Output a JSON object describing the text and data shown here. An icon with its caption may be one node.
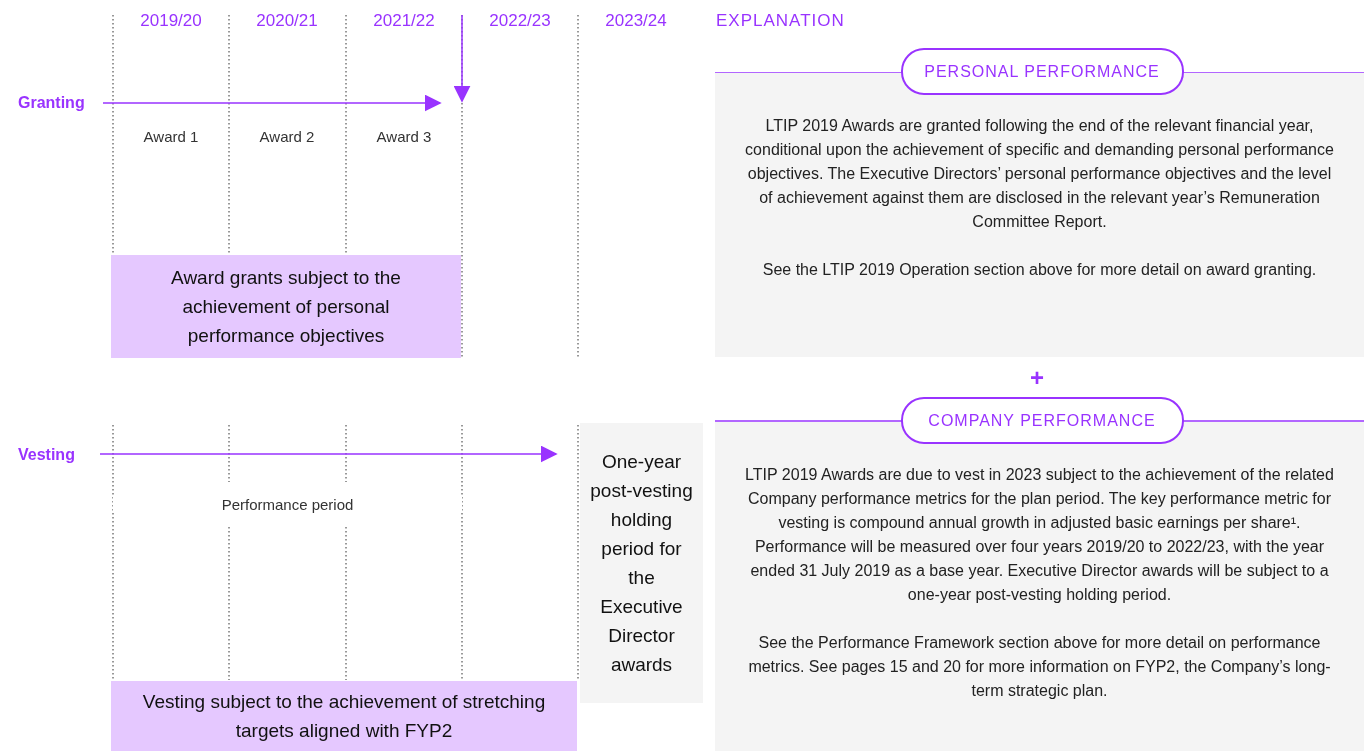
{
  "diagram": {
    "nodes": [
      {
        "text": [
          "Award grants subject to the achievement of personal performance objectives"
        ]
      },
      {
        "text": [
          "Vesting subject to the achievement of stretching targets aligned with FYP2"
        ]
      },
      {
        "text": [
          "One-year post-vesting holding period for the Executive Director awards"
        ]
      },
      {
        "text": [
          "PERSONAL PERFORMANCE",
          "LTIP 2019 Awards are granted following the end of the relevant financial year, conditional upon the achievement of specific and demanding personal performance objectives. The Executive Directors’ personal performance objectives and the level of achievement against them are disclosed in the relevant year’s Remuneration Committee Report.",
          "See the LTIP 2019 Operation section above for more detail on award granting."
        ]
      },
      {
        "text": [
          "COMPANY PERFORMANCE",
          "LTIP 2019 Awards are due to vest in 2023 subject to the achievement of the related Company performance metrics for the plan period. The key performance metric for vesting is compound annual growth in adjusted basic earnings per share¹. Performance will be measured over four years 2019/20 to 2022/23, with the year ended 31 July 2019 as a base year. Executive Director awards will be subject to a one-year post-vesting holding period.",
          "See the Performance Framework section above for more detail on performance metrics. See pages 15 and 20 for more information on FYP2, the Company’s long-term strategic plan."
        ]
      }
    ],
    "labels": [
      "2019/20",
      "2020/21",
      "2021/22",
      "2022/23",
      "2023/24",
      "EXPLANATION",
      "Granting",
      "Award 1",
      "Award 2",
      "Award 3",
      "+",
      "Vesting",
      "Performance period"
    ]
  }
}
